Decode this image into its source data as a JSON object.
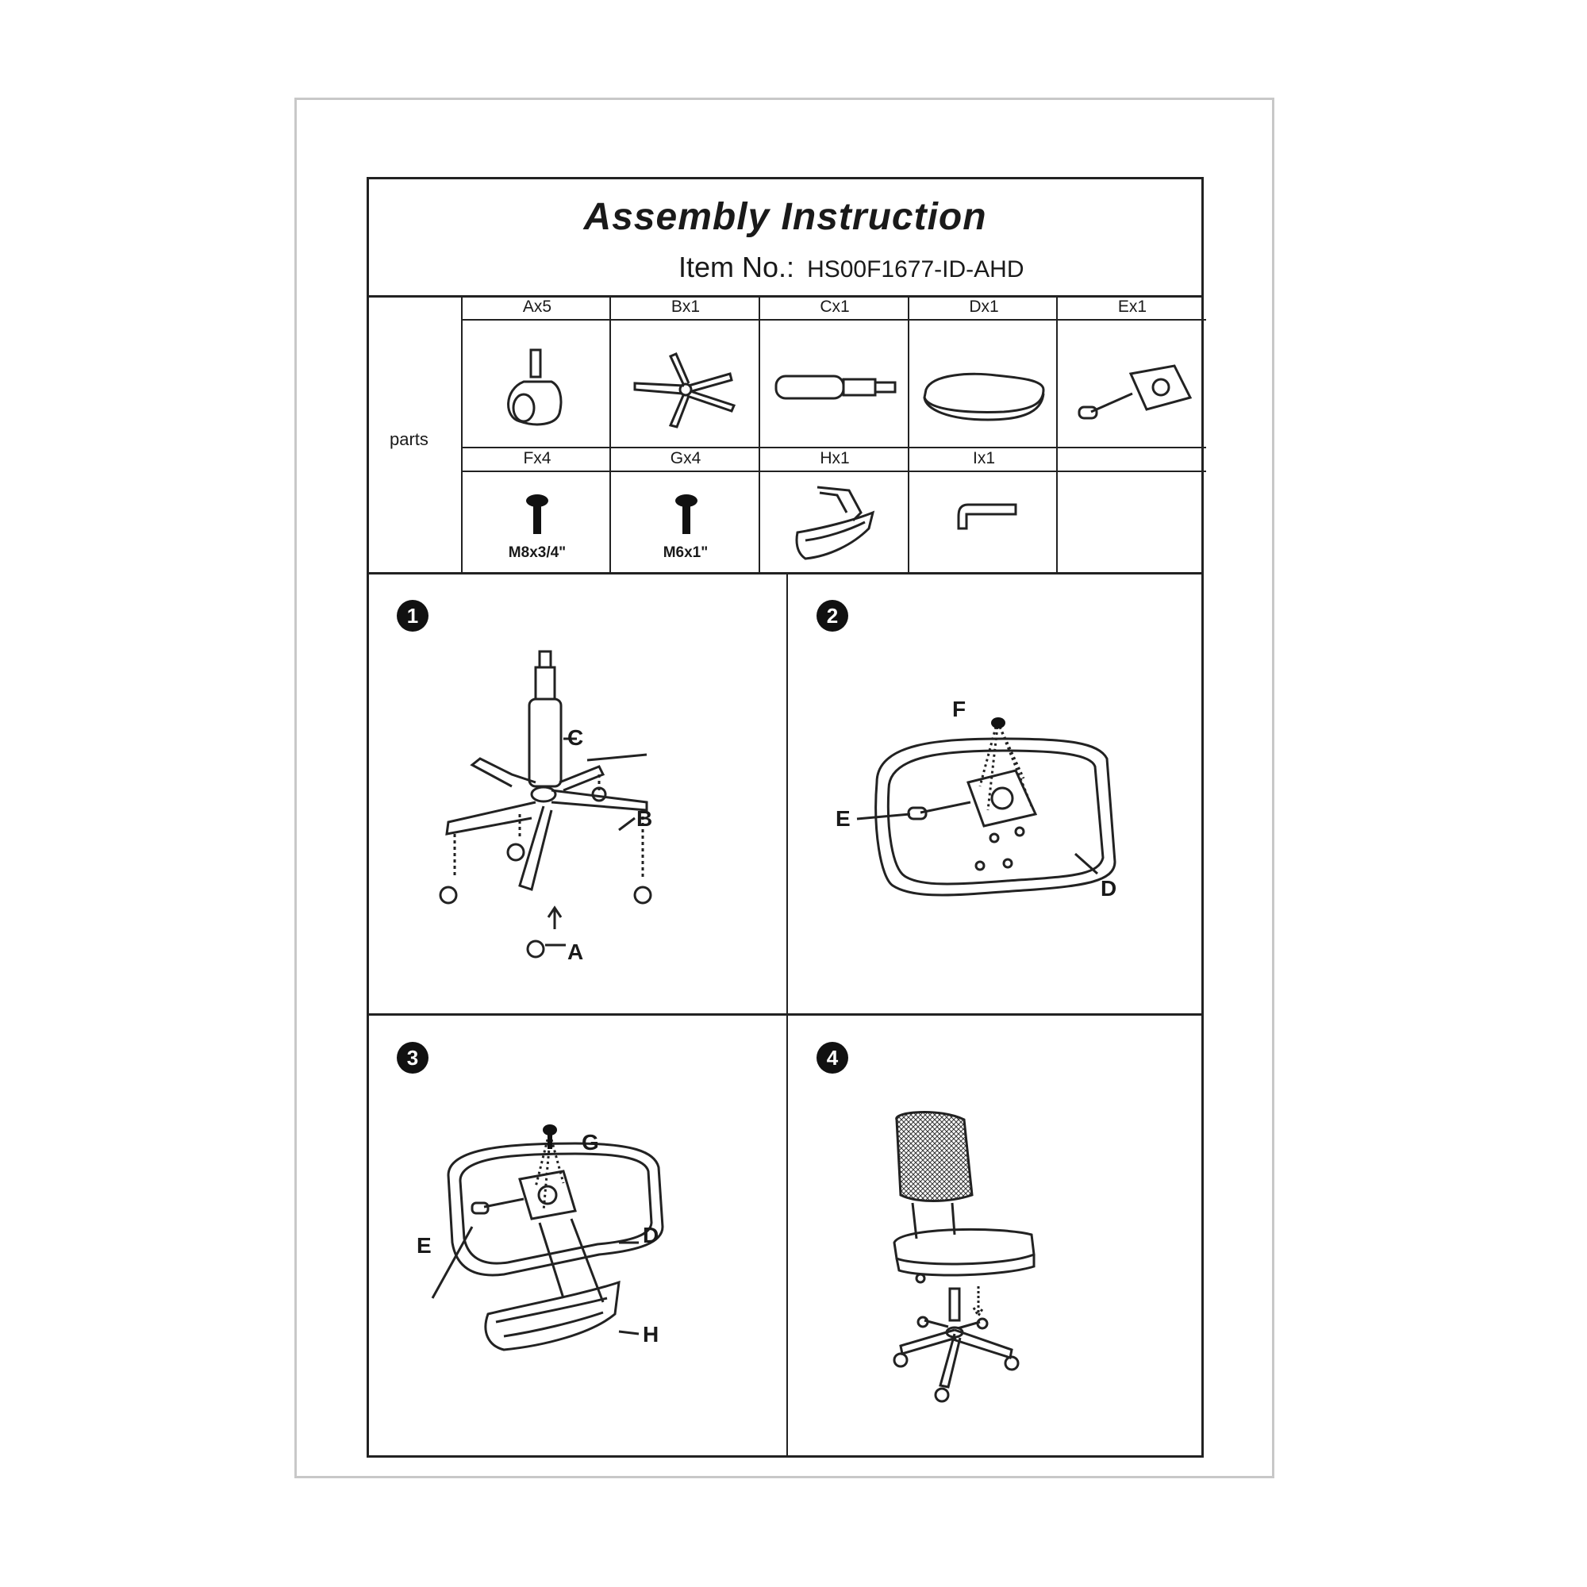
{
  "document": {
    "title": "Assembly  Instruction",
    "item_label": "Item No.:",
    "item_code": "HS00F1677-ID-AHD"
  },
  "parts": {
    "row_label": "parts",
    "items": [
      {
        "qty": "Ax5",
        "icon": "caster-wheel-icon"
      },
      {
        "qty": "Bx1",
        "icon": "five-star-base-icon"
      },
      {
        "qty": "Cx1",
        "icon": "gas-cylinder-icon"
      },
      {
        "qty": "Dx1",
        "icon": "seat-cushion-icon"
      },
      {
        "qty": "Ex1",
        "icon": "tilt-mechanism-icon"
      },
      {
        "qty": "Fx4",
        "icon": "bolt-icon",
        "size": "M8x3/4\""
      },
      {
        "qty": "Gx4",
        "icon": "bolt-icon",
        "size": "M6x1\""
      },
      {
        "qty": "Hx1",
        "icon": "backrest-bracket-icon"
      },
      {
        "qty": "Ix1",
        "icon": "allen-key-icon"
      }
    ]
  },
  "steps": [
    {
      "number": "1",
      "callouts": [
        "C",
        "B",
        "A"
      ]
    },
    {
      "number": "2",
      "callouts": [
        "F",
        "E",
        "D"
      ]
    },
    {
      "number": "3",
      "callouts": [
        "G",
        "E",
        "D",
        "H"
      ]
    },
    {
      "number": "4",
      "callouts": []
    }
  ]
}
